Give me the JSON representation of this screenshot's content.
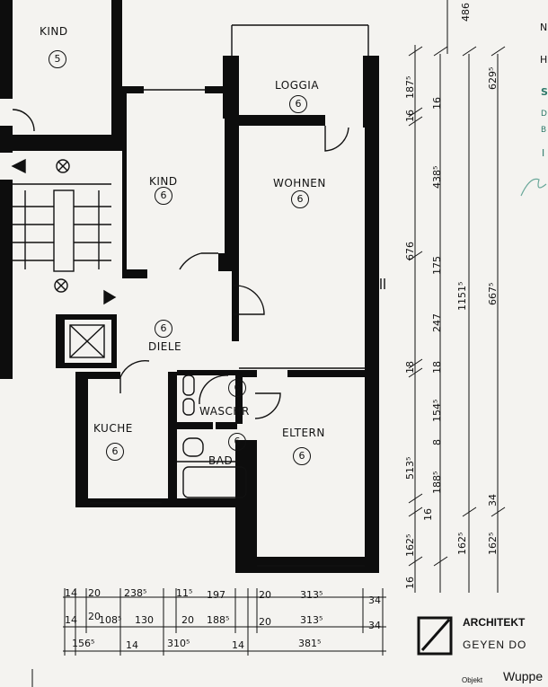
{
  "rooms": {
    "kind_top": {
      "name": "KIND",
      "number": "5"
    },
    "loggia": {
      "name": "LOGGIA",
      "number": "6"
    },
    "kind": {
      "name": "KIND",
      "number": "6"
    },
    "wohnen": {
      "name": "WOHNEN",
      "number": "6"
    },
    "diele": {
      "name": "DIELE",
      "number": "6"
    },
    "kuche": {
      "name": "KUCHE",
      "number": "6"
    },
    "waschr": {
      "name": "WASCHR",
      "number": "6"
    },
    "bad": {
      "name": "BAD",
      "number": "6"
    },
    "eltern": {
      "name": "ELTERN",
      "number": "6"
    }
  },
  "dimensions": {
    "bottom_row1": [
      "14",
      "20",
      "238⁵",
      "11⁵",
      "197",
      "20",
      "313⁵",
      "34"
    ],
    "bottom_row2": [
      "14",
      "20",
      "108⁵",
      "130",
      "20",
      "188⁵",
      "20",
      "313⁵",
      "34"
    ],
    "bottom_row3": [
      "156⁵",
      "14",
      "310⁵",
      "14",
      "381⁵"
    ],
    "vertical_inner": [
      "187⁵",
      "16",
      "16",
      "438⁵",
      "676",
      "175",
      "247",
      "18",
      "18",
      "154⁵",
      "8",
      "513⁵",
      "188⁵",
      "16",
      "162⁵",
      "16"
    ],
    "vertical_mid": [
      "1151⁵",
      "162⁵"
    ],
    "vertical_outer": [
      "629⁵",
      "667⁵",
      "34",
      "162⁵"
    ],
    "top_right": "486"
  },
  "title_block": {
    "firm": "ARCHITEKT",
    "names": "GEYEN DO",
    "objekt_label": "Objekt",
    "objekt_value": "Wuppe"
  },
  "edge_text": [
    "N",
    "H",
    "S",
    "D",
    "B",
    "I"
  ],
  "colors": {
    "ink": "#111111",
    "paper": "#f4f3f0",
    "wall": "#0d0d0d"
  }
}
